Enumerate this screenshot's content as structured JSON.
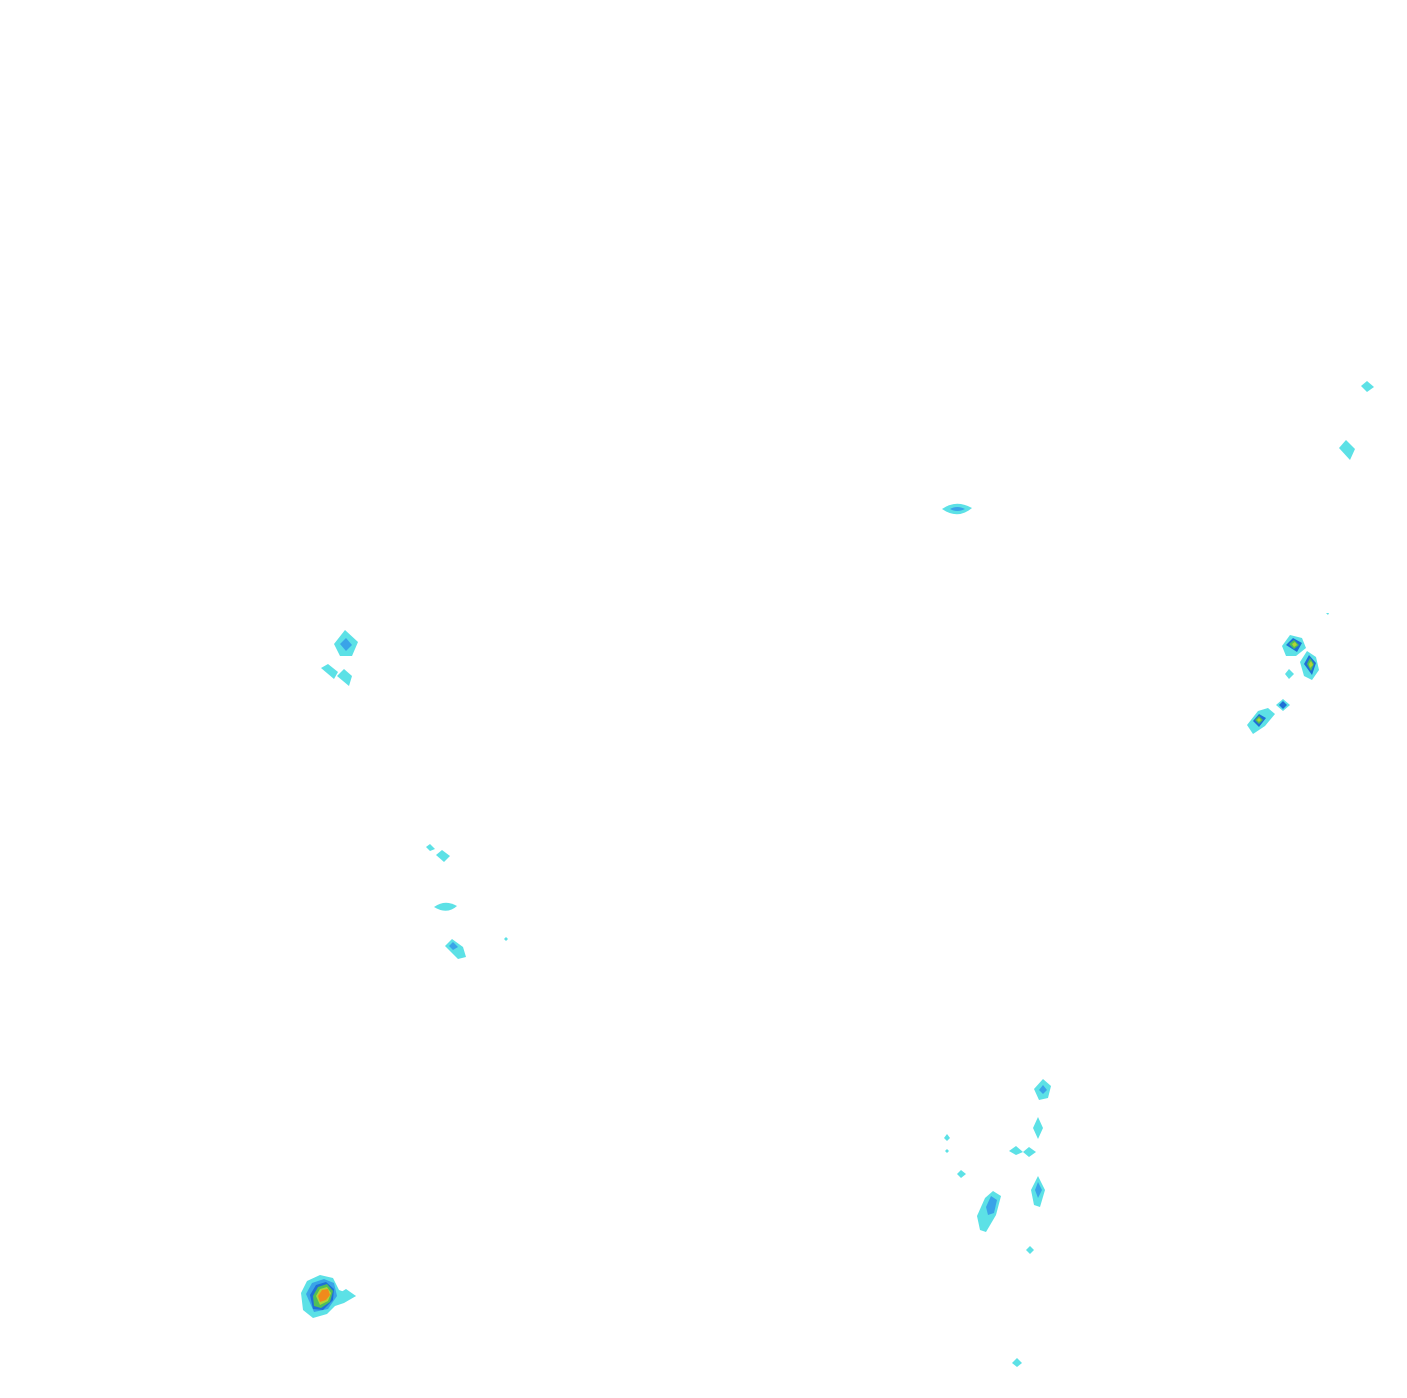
{
  "map": {
    "type": "filled-contour-overlay",
    "background": "#ffffff",
    "levels": [
      {
        "name": "level-1",
        "color": "#5ce1e6"
      },
      {
        "name": "level-2",
        "color": "#3aa3e8"
      },
      {
        "name": "level-3",
        "color": "#1f6fd6"
      },
      {
        "name": "level-4",
        "color": "#4fbf5a"
      },
      {
        "name": "level-5",
        "color": "#b5d334"
      },
      {
        "name": "level-6",
        "color": "#f08a1c"
      }
    ]
  }
}
